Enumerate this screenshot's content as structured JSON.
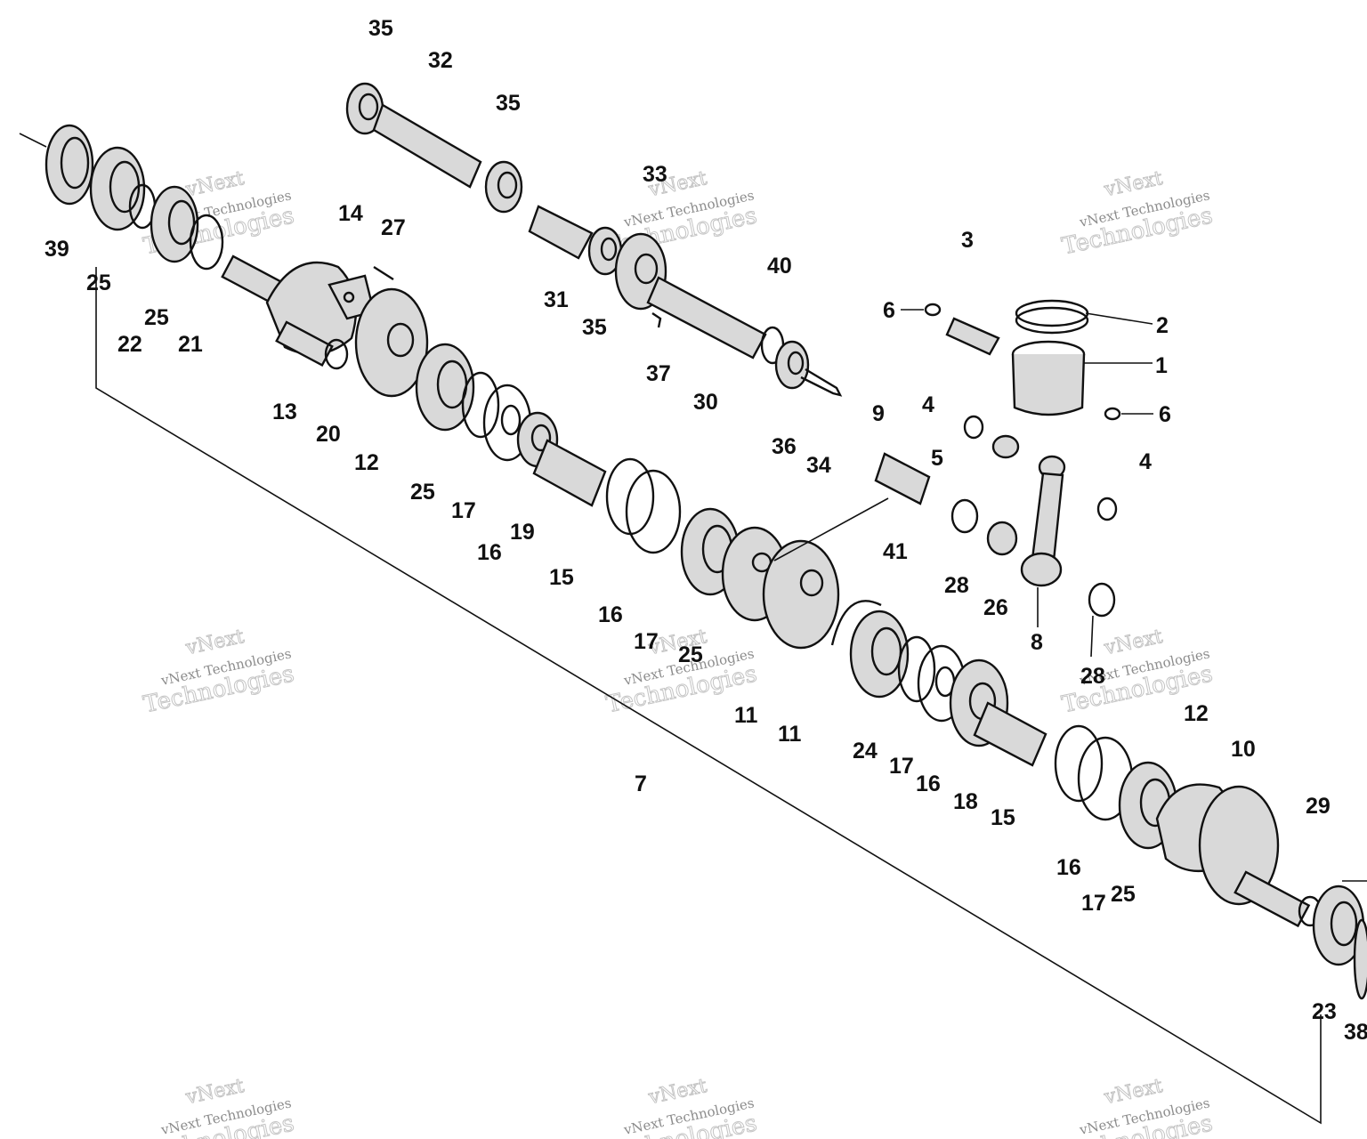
{
  "diagram": {
    "callouts": {
      "c1": "1",
      "c2": "2",
      "c3": "3",
      "c4a": "4",
      "c4b": "4",
      "c5": "5",
      "c6a": "6",
      "c6b": "6",
      "c7": "7",
      "c8": "8",
      "c9": "9",
      "c10": "10",
      "c11a": "11",
      "c11b": "11",
      "c12a": "12",
      "c12b": "12",
      "c13": "13",
      "c14": "14",
      "c15a": "15",
      "c15b": "15",
      "c16a": "16",
      "c16b": "16",
      "c16c": "16",
      "c16d": "16",
      "c17a": "17",
      "c17b": "17",
      "c17c": "17",
      "c17d": "17",
      "c18": "18",
      "c19": "19",
      "c20": "20",
      "c21": "21",
      "c22": "22",
      "c23": "23",
      "c24": "24",
      "c25a": "25",
      "c25b": "25",
      "c25c": "25",
      "c25d": "25",
      "c25e": "25",
      "c26": "26",
      "c27": "27",
      "c28a": "28",
      "c28b": "28",
      "c29": "29",
      "c30": "30",
      "c31": "31",
      "c32": "32",
      "c33": "33",
      "c34": "34",
      "c35a": "35",
      "c35b": "35",
      "c35c": "35",
      "c36": "36",
      "c37": "37",
      "c38": "38",
      "c39": "39",
      "c40": "40",
      "c41": "41"
    }
  },
  "watermark": {
    "logo": "vNext",
    "line1": "vNext Technologies",
    "line2": "Technologies"
  }
}
